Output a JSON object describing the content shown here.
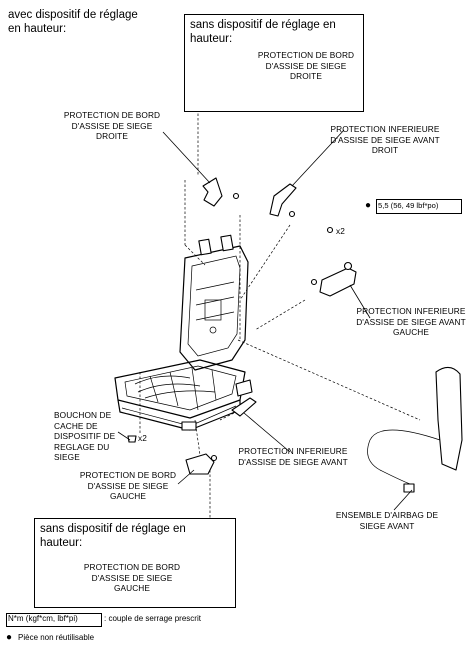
{
  "headers": {
    "with_height_adjuster": "avec dispositif de réglage en hauteur:",
    "without_height_adjuster_top": "sans dispositif de réglage en hauteur:",
    "without_height_adjuster_bottom": "sans dispositif de réglage en hauteur:"
  },
  "labels": {
    "protection_droite_box": "PROTECTION DE BORD D'ASSISE DE SIEGE DROITE",
    "protection_droite": "PROTECTION DE BORD D'ASSISE DE SIEGE DROITE",
    "protection_inf_droit": "PROTECTION INFERIEURE D'ASSISE DE SIEGE AVANT DROIT",
    "protection_inf_gauche": "PROTECTION INFERIEURE D'ASSISE DE SIEGE AVANT GAUCHE",
    "bouchon": "BOUCHON DE CACHE DE DISPOSITIF DE REGLAGE DU SIEGE",
    "protection_inf_avant": "PROTECTION INFERIEURE D'ASSISE DE SIEGE AVANT",
    "protection_gauche": "PROTECTION DE BORD D'ASSISE DE SIEGE GAUCHE",
    "airbag": "ENSEMBLE D'AIRBAG DE SIEGE AVANT",
    "protection_gauche_box": "PROTECTION DE BORD D'ASSISE DE SIEGE GAUCHE"
  },
  "torque": {
    "value": "5,5 (56, 49 lbf*po)"
  },
  "quantities": {
    "bolts_x2": "x2",
    "caps_x2": "x2"
  },
  "legend": {
    "torque_box": "N*m (kgf*cm, lbf*pi)",
    "torque_text": ": couple de serrage prescrit",
    "nonreusable_text": "Pièce non réutilisable"
  },
  "icons": {
    "nonreusable": "filled-circle-icon"
  }
}
